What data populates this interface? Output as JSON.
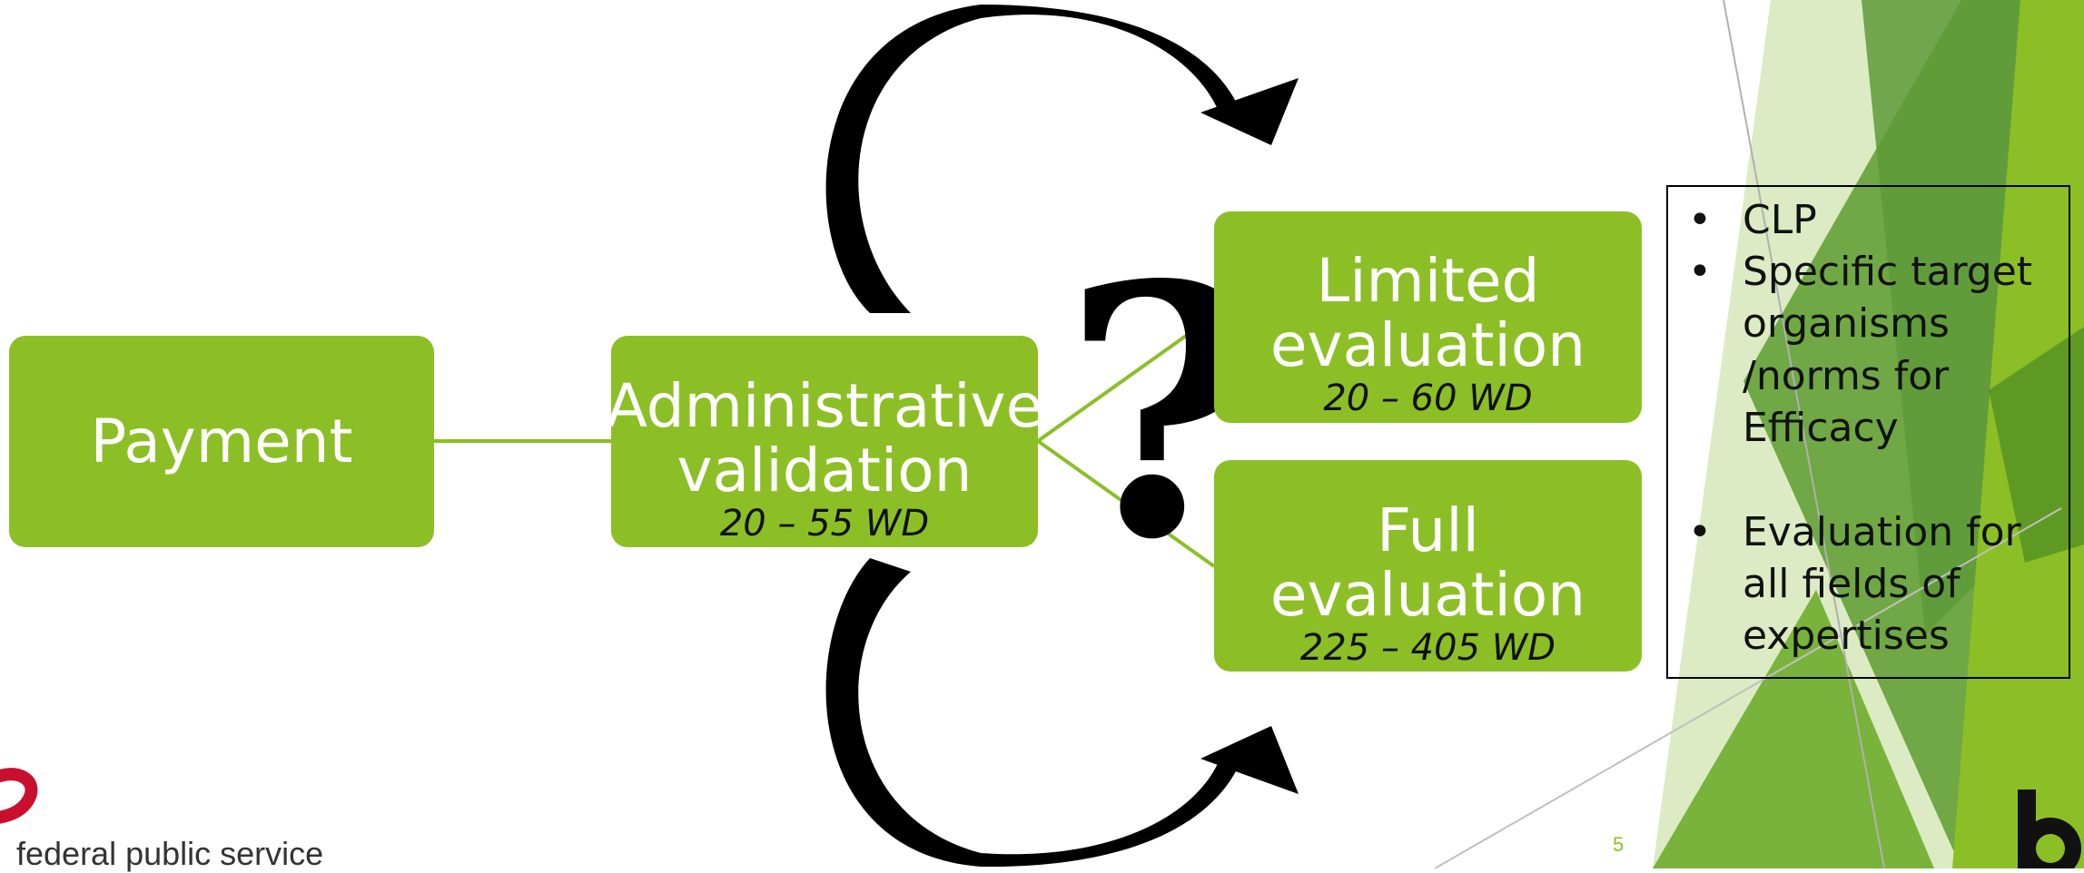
{
  "colors": {
    "box_fill": "#8cbf26",
    "connector": "#8cbf26",
    "logo_red": "#c8102e",
    "duration_text": "#111111"
  },
  "steps": [
    {
      "title": "Payment"
    },
    {
      "title": "Administrative validation",
      "duration": "20 – 55 WD"
    },
    {
      "title": "Limited evaluation",
      "duration": "20 – 60 WD"
    },
    {
      "title": "Full evaluation",
      "duration": "225 – 405 WD"
    }
  ],
  "decision_mark": "?",
  "notes": [
    "CLP",
    "Specific target organisms /norms for Efficacy",
    "Evaluation for all fields of expertises"
  ],
  "icons": [
    "curved-arrow-up-icon",
    "curved-arrow-down-icon",
    "logo-swirl-icon",
    "logo-b-icon"
  ],
  "footer": {
    "brand_text": "federal public service",
    "page_number": "5"
  }
}
